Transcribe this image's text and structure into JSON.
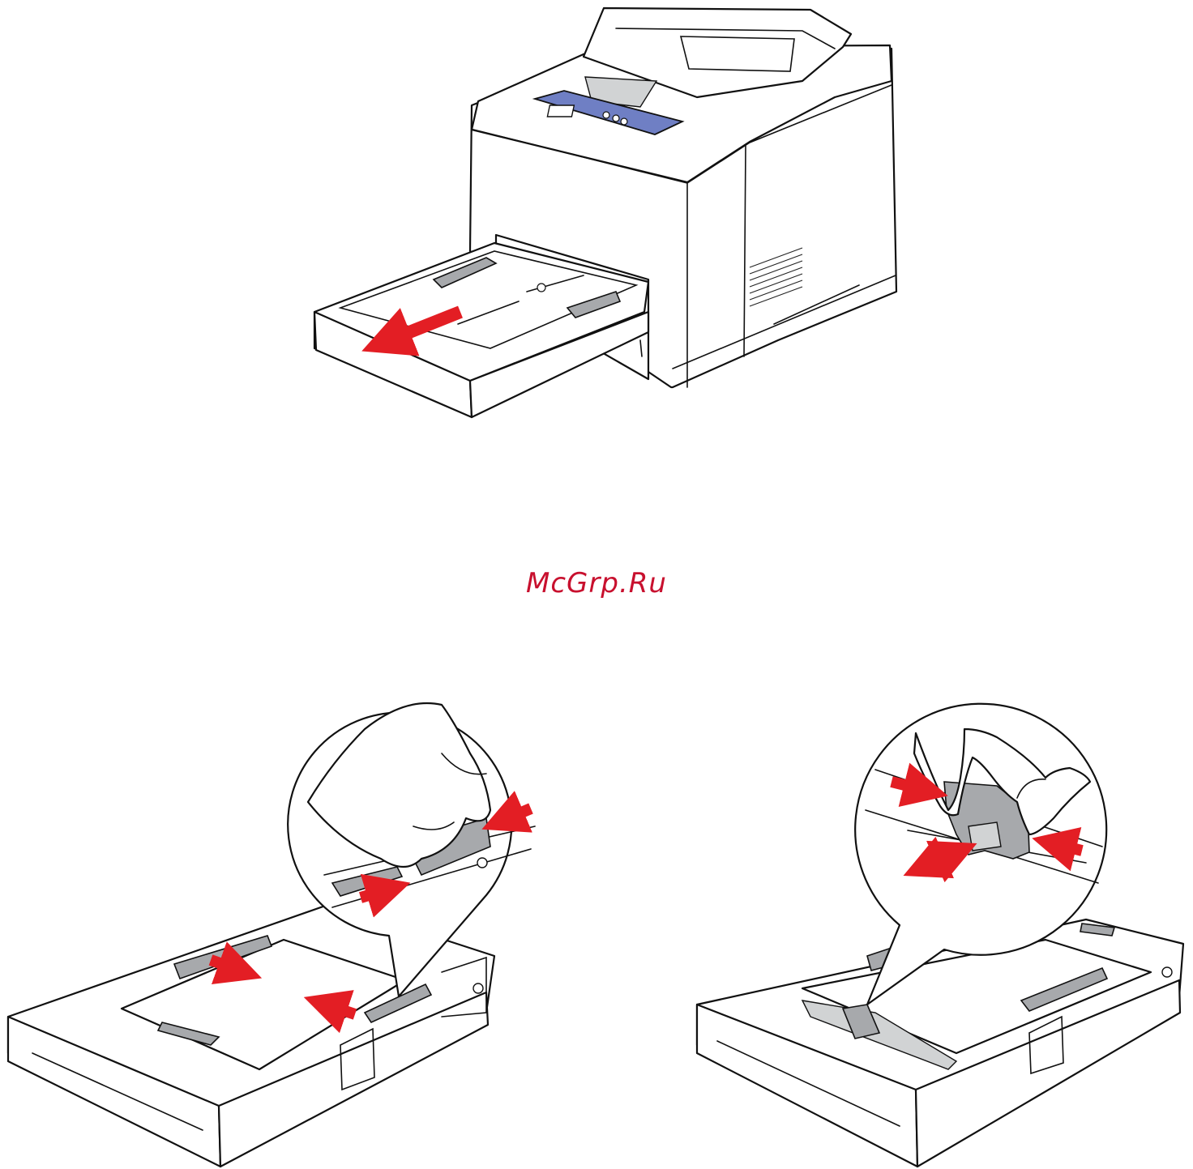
{
  "watermark": {
    "text": "McGrp.Ru",
    "color": "#c8102e"
  },
  "colors": {
    "arrow": "#e31e24",
    "line": "#111111",
    "grey": "#a7a9ac",
    "panel": "#6f7fc4"
  },
  "figures": [
    {
      "id": "printer-tray-open",
      "arrows": 1
    },
    {
      "id": "tray-length-guide-adjust",
      "arrows": 3
    },
    {
      "id": "tray-width-guide-adjust",
      "arrows": 3
    }
  ]
}
